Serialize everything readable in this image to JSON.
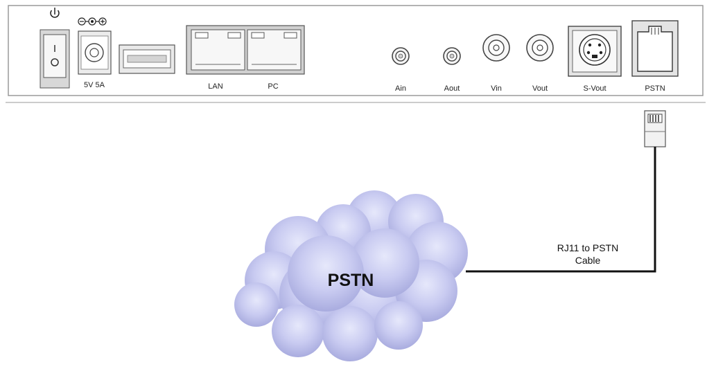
{
  "panel": {
    "power_label": "5V 5A",
    "lan_label": "LAN",
    "pc_label": "PC",
    "ain_label": "Ain",
    "aout_label": "Aout",
    "vin_label": "Vin",
    "vout_label": "Vout",
    "svout_label": "S-Vout",
    "pstn_port_label": "PSTN"
  },
  "cable": {
    "label_line1": "RJ11 to PSTN",
    "label_line2": "Cable"
  },
  "cloud": {
    "label": "PSTN",
    "color": "#c4c6ee"
  }
}
